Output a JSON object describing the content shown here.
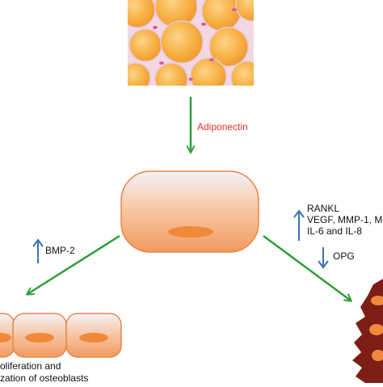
{
  "labels": {
    "adiponectin": "Adiponectin",
    "bmp2": "BMP-2",
    "rankl": "RANKL",
    "vegf_line": "VEGF, MMP-1, M",
    "il_line": "IL-6 and IL-8",
    "opg": "OPG",
    "caption_line1": "oliferation and",
    "caption_line2": "zation of osteoblasts"
  },
  "colors": {
    "adiponectin_text": "#e0312a",
    "green_arrow": "#2f9e3a",
    "blue_arrow": "#3d6fb3",
    "cell_fill": "#f2a06a",
    "nucleus": "#f08a3a",
    "osteoclast": "#7d1e16",
    "fat_cell": "#f7b04a"
  }
}
